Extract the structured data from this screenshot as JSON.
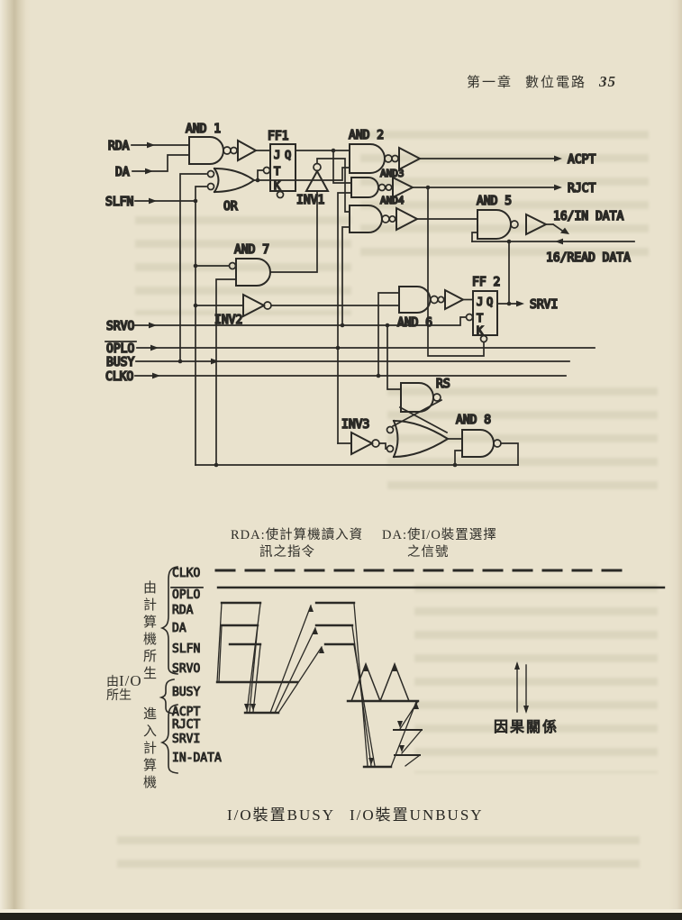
{
  "header": {
    "chapter": "第一章",
    "book_title": "數位電路",
    "page_number": "35"
  },
  "colors": {
    "paper": "#e9e2cd",
    "ink": "#2b2a26"
  },
  "circuit": {
    "inputs": {
      "rda": "RDA",
      "da": "DA",
      "slfn": "SLFN",
      "srvo": "SRVO",
      "oplo": "OPLO",
      "busy": "BUSY",
      "clko": "CLKO"
    },
    "outputs": {
      "acpt": "ACPT",
      "rjct": "RJCT",
      "in_data": "16/IN DATA",
      "read_data": "16/READ DATA",
      "srvi": "SRVI"
    },
    "gates": {
      "and1": "AND 1",
      "and2": "AND 2",
      "and3": "AND3",
      "and4": "AND4",
      "and5": "AND 5",
      "and6": "AND 6",
      "and7": "AND 7",
      "and8": "AND 8",
      "or": "OR",
      "rs": "RS",
      "inv1": "INV1",
      "inv2": "INV2",
      "inv3": "INV3",
      "ff1": "FF1",
      "ff2": "FF 2"
    },
    "pins": {
      "j": "J",
      "t": "T",
      "k": "K",
      "q": "Q"
    }
  },
  "notes": {
    "rda_line1": "RDA:使計算機讀入資",
    "rda_line2": "訊之指令",
    "da_line1": "DA:使I/O裝置選擇",
    "da_line2": "之信號"
  },
  "timing": {
    "group_computer": "由計算機所生",
    "group_io_word1": "由",
    "group_io_word2": "I/O",
    "group_io_word3": "所生",
    "group_into_computer": "進入計算機",
    "signals": [
      {
        "label": "CLKO"
      },
      {
        "label": "OPLO"
      },
      {
        "label": "RDA"
      },
      {
        "label": "DA"
      },
      {
        "label": "SLFN"
      },
      {
        "label": "SRVO"
      },
      {
        "label": "BUSY"
      },
      {
        "label": "ACPT"
      },
      {
        "label": "RJCT"
      },
      {
        "label": "SRVI"
      },
      {
        "label": "IN-DATA"
      }
    ],
    "legend": "因果關係",
    "caption_busy": "I/O裝置BUSY",
    "caption_unbusy": "I/O裝置UNBUSY"
  }
}
